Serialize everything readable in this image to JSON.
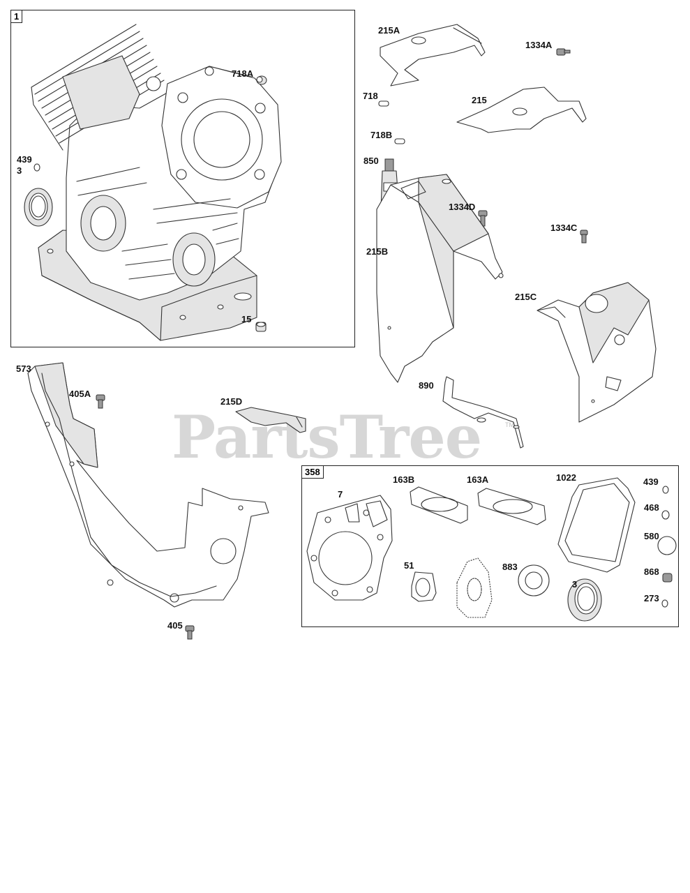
{
  "watermark": {
    "text": "PartsTree",
    "trademark": "TM"
  },
  "boxes": {
    "block": {
      "tag": "1"
    },
    "gasket_set": {
      "tag": "358"
    }
  },
  "labels": {
    "p215A": "215A",
    "p1334A": "1334A",
    "p718A": "718A",
    "p718": "718",
    "p215": "215",
    "p718B": "718B",
    "p439_top": "439",
    "p3_top": "3",
    "p850": "850",
    "p1334D": "1334D",
    "p1334C": "1334C",
    "p215B": "215B",
    "p215C": "215C",
    "p15": "15",
    "p890": "890",
    "p573": "573",
    "p405A": "405A",
    "p215D": "215D",
    "p7": "7",
    "p163B": "163B",
    "p163A": "163A",
    "p1022": "1022",
    "p439_set": "439",
    "p468": "468",
    "p580": "580",
    "p51": "51",
    "p883": "883",
    "p3_set": "3",
    "p868": "868",
    "p273": "273",
    "p405": "405"
  }
}
